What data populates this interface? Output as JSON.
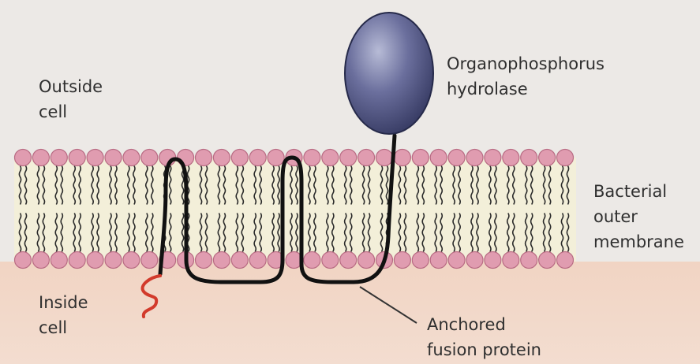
{
  "labels": {
    "outside": [
      "Outside",
      "cell"
    ],
    "inside": [
      "Inside",
      "cell"
    ],
    "enzyme": [
      "Organophosphorus",
      "hydrolase"
    ],
    "membrane": [
      "Bacterial",
      "outer",
      "membrane"
    ],
    "fusion": [
      "Anchored",
      "fusion protein"
    ]
  },
  "colors": {
    "background_outside": "#ece9e6",
    "background_inside": "#f0d8c9",
    "head_fill": "#e09cb0",
    "head_stroke": "#b86b83",
    "tail": "#2a2a2a",
    "protein_chain": "#111111",
    "enzyme_fill": "#4a4f7d",
    "enzyme_highlight": "#b7bbd6",
    "n_terminus": "#d23a2b",
    "leader_line": "#333333"
  }
}
